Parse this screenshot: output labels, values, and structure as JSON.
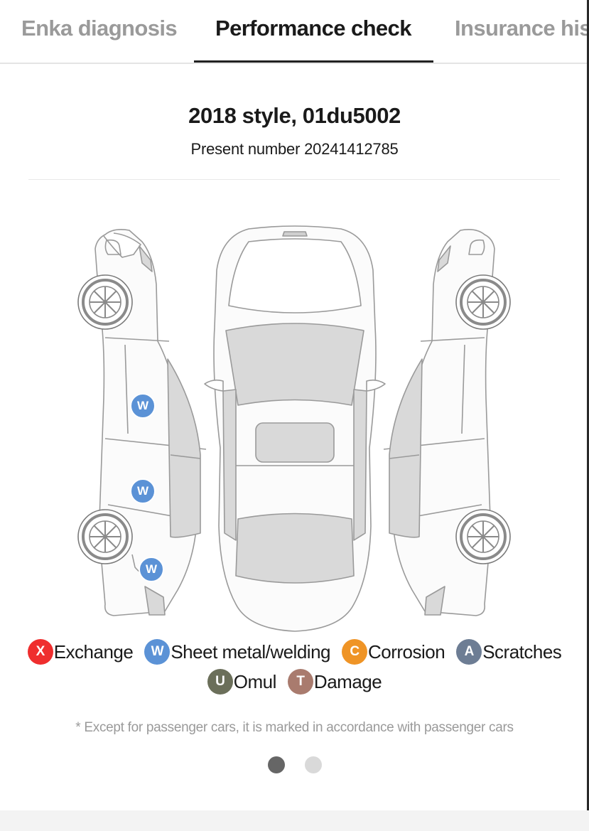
{
  "tabs": [
    {
      "label": "Enka diagnosis",
      "active": false
    },
    {
      "label": "Performance check",
      "active": true
    },
    {
      "label": "Insurance his",
      "active": false
    }
  ],
  "vehicle": {
    "title": "2018 style, 01du5002",
    "present_number": "Present number 20241412785"
  },
  "markers": [
    {
      "code": "W",
      "part": "front door (left side view)"
    },
    {
      "code": "W",
      "part": "rear door (left side view)"
    },
    {
      "code": "W",
      "part": "rear quarter panel (left side view)"
    }
  ],
  "legend": [
    {
      "code": "X",
      "label": "Exchange",
      "color": "#ef2e2e"
    },
    {
      "code": "W",
      "label": "Sheet metal/welding",
      "color": "#5b92d6"
    },
    {
      "code": "C",
      "label": "Corrosion",
      "color": "#ef9426"
    },
    {
      "code": "A",
      "label": "Scratches",
      "color": "#6d7d94"
    },
    {
      "code": "U",
      "label": "Omul",
      "color": "#6b6f5a"
    },
    {
      "code": "T",
      "label": "Damage",
      "color": "#a97b6e"
    }
  ],
  "note": "* Except for passenger cars, it is marked in accordance with passenger cars",
  "pagination": {
    "current": 1,
    "total": 2,
    "active_color": "#666666",
    "inactive_color": "#d9d9d9"
  }
}
